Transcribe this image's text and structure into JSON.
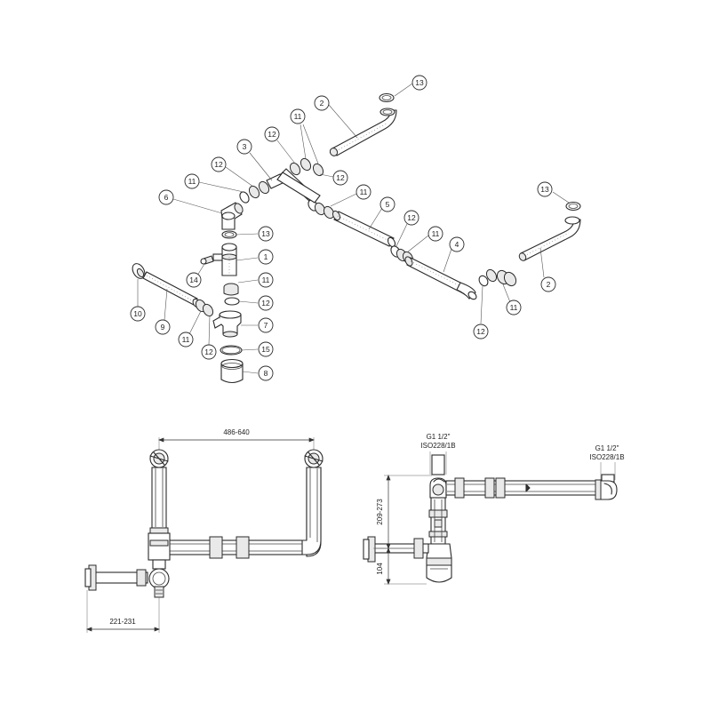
{
  "callouts": {
    "c1": "1",
    "c2a": "2",
    "c2b": "2",
    "c3": "3",
    "c4": "4",
    "c5": "5",
    "c6": "6",
    "c7": "7",
    "c8": "8",
    "c9": "9",
    "c10": "10",
    "c11a": "11",
    "c11b": "11",
    "c11c": "11",
    "c11d": "11",
    "c11e": "11",
    "c11f": "11",
    "c11g": "11",
    "c12a": "12",
    "c12b": "12",
    "c12c": "12",
    "c12d": "12",
    "c12e": "12",
    "c12f": "12",
    "c13a": "13",
    "c13b": "13",
    "c13c": "13",
    "c14": "14",
    "c15": "15"
  },
  "dimensions": {
    "width_range": "486-640",
    "offset_range": "221-231",
    "height_range": "209-273",
    "drop": "104"
  },
  "thread_spec": {
    "left_line1": "G1  1/2\"",
    "left_line2": "ISO228/1B",
    "right_line1": "G1  1/2\"",
    "right_line2": "ISO228/1B"
  }
}
